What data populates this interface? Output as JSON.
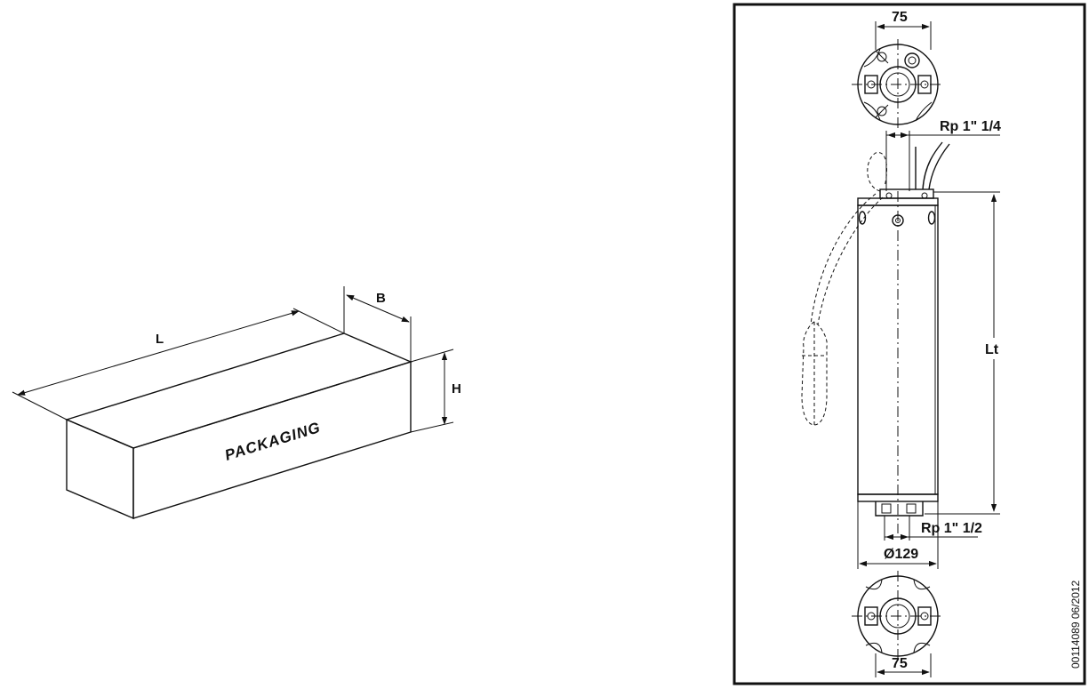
{
  "packaging": {
    "label": "PACKAGING",
    "dim_length": "L",
    "dim_width": "B",
    "dim_height": "H"
  },
  "pump": {
    "top_view_width": "75",
    "outlet_thread": "Rp 1\" 1/4",
    "total_length": "Lt",
    "inlet_thread": "Rp 1\" 1/2",
    "diameter": "Ø129",
    "bottom_view_width": "75",
    "drawing_reference": "00114089  06/2012"
  },
  "colors": {
    "line": "#111111",
    "background": "#ffffff"
  }
}
